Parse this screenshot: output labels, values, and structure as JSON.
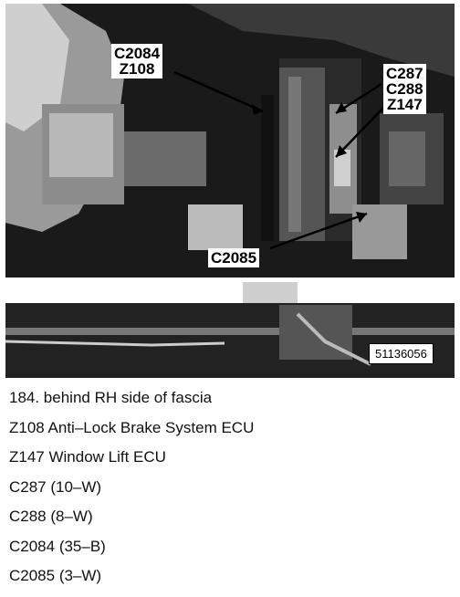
{
  "photo": {
    "callouts": {
      "a": [
        "C2084",
        "Z108"
      ],
      "b": [
        "C287",
        "C288",
        "Z147"
      ],
      "c": [
        "C2085"
      ]
    },
    "reference_number": "51136056"
  },
  "caption": [
    "184. behind RH side of fascia",
    "Z108 Anti–Lock Brake System ECU",
    "Z147 Window Lift ECU",
    "C287 (10–W)",
    "C288 (8–W)",
    "C2084 (35–B)",
    "C2085 (3–W)"
  ]
}
